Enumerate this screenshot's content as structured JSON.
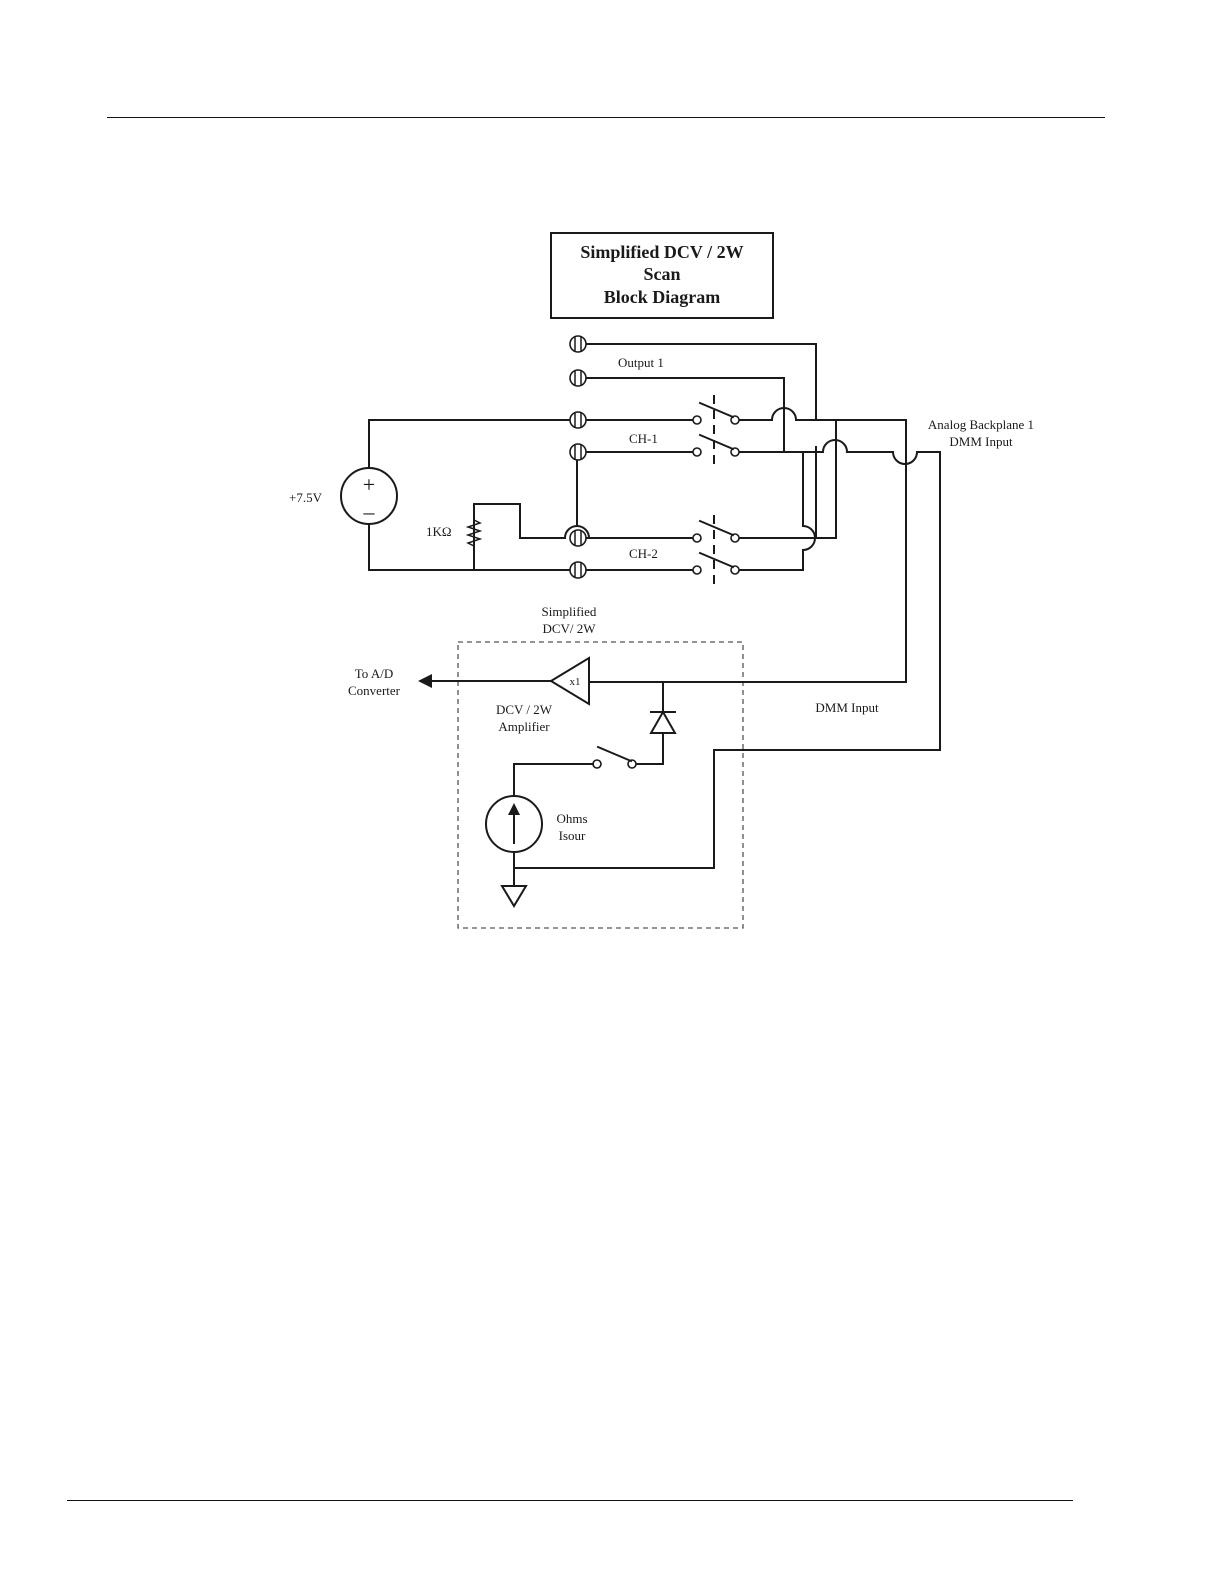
{
  "title": {
    "line1": "Simplified DCV / 2W",
    "line2": "Scan",
    "line3": "Block Diagram"
  },
  "labels": {
    "output": "Output 1",
    "ch1": "CH-1",
    "ch2": "CH-2",
    "backplane_line1": "Analog Backplane 1",
    "backplane_line2": "DMM Input",
    "source": "+7.5V",
    "resistor": "1KΩ",
    "block_line1": "Simplified",
    "block_line2": "DCV/ 2W",
    "adc_line1": "To A/D",
    "adc_line2": "Converter",
    "amp_gain": "x1",
    "amp_line1": "DCV / 2W",
    "amp_line2": "Amplifier",
    "dmm_input": "DMM Input",
    "ohms_line1": "Ohms",
    "ohms_line2": "Isour"
  }
}
